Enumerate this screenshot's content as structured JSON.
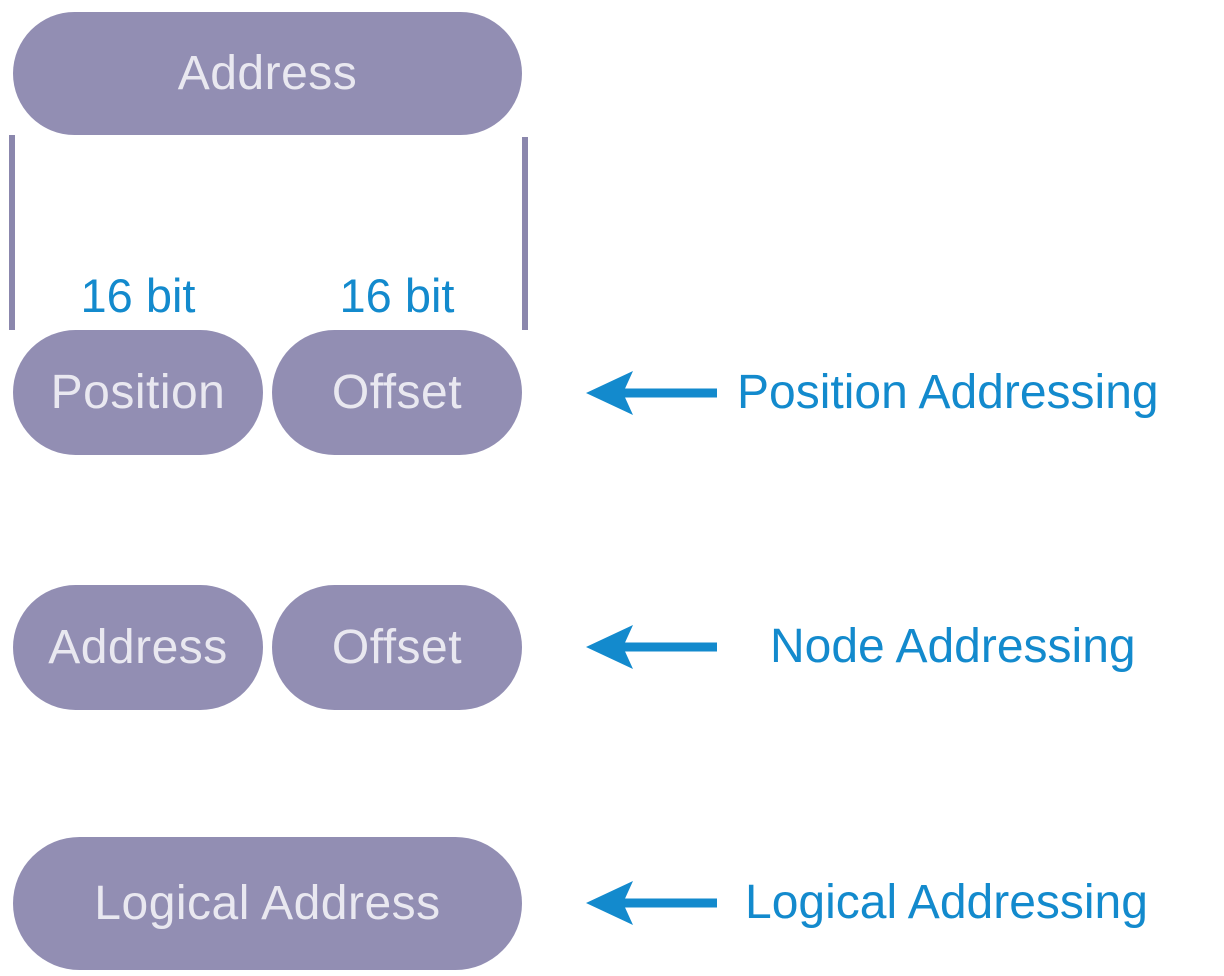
{
  "colors": {
    "pill_fill": "#928eb3",
    "pill_text": "#e9e8f0",
    "accent_blue": "#138acd",
    "background": "#ffffff"
  },
  "top_section": {
    "address_pill": "Address",
    "bit_label_left": "16 bit",
    "bit_label_right": "16 bit"
  },
  "rows": [
    {
      "pills": [
        "Position",
        "Offset"
      ],
      "label": "Position Addressing"
    },
    {
      "pills": [
        "Address",
        "Offset"
      ],
      "label": "Node Addressing"
    },
    {
      "pills": [
        "Logical Address"
      ],
      "label": "Logical Addressing"
    }
  ]
}
